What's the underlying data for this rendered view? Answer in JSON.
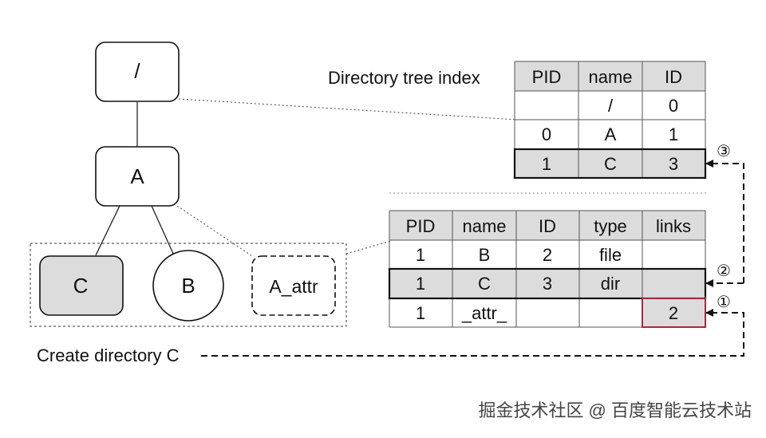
{
  "tree": {
    "root_label": "/",
    "node_a_label": "A",
    "node_c_label": "C",
    "node_b_label": "B",
    "node_attr_label": "A_attr"
  },
  "directory_index": {
    "caption": "Directory tree index",
    "headers": [
      "PID",
      "name",
      "ID"
    ],
    "rows": [
      [
        "",
        "/",
        "0"
      ],
      [
        "0",
        "A",
        "1"
      ],
      [
        "1",
        "C",
        "3"
      ]
    ],
    "highlighted_row": 2
  },
  "attribute_table": {
    "headers": [
      "PID",
      "name",
      "ID",
      "type",
      "links"
    ],
    "rows": [
      [
        "1",
        "B",
        "2",
        "file",
        ""
      ],
      [
        "1",
        "C",
        "3",
        "dir",
        ""
      ],
      [
        "1",
        "_attr_",
        "",
        "",
        "2"
      ]
    ],
    "highlighted_row": 1,
    "highlighted_cell_value": "2"
  },
  "operation": {
    "label": "Create directory C",
    "steps": [
      "①",
      "②",
      "③"
    ]
  },
  "watermark": {
    "text": "掘金技术社区 @ 百度智能云技术站"
  },
  "colors": {
    "line": "#111111",
    "header_fill": "#dcdcdc",
    "highlight_fill": "#dcdcdc",
    "links_cell_border": "#a52a3a",
    "dotted_guide": "#444444"
  }
}
